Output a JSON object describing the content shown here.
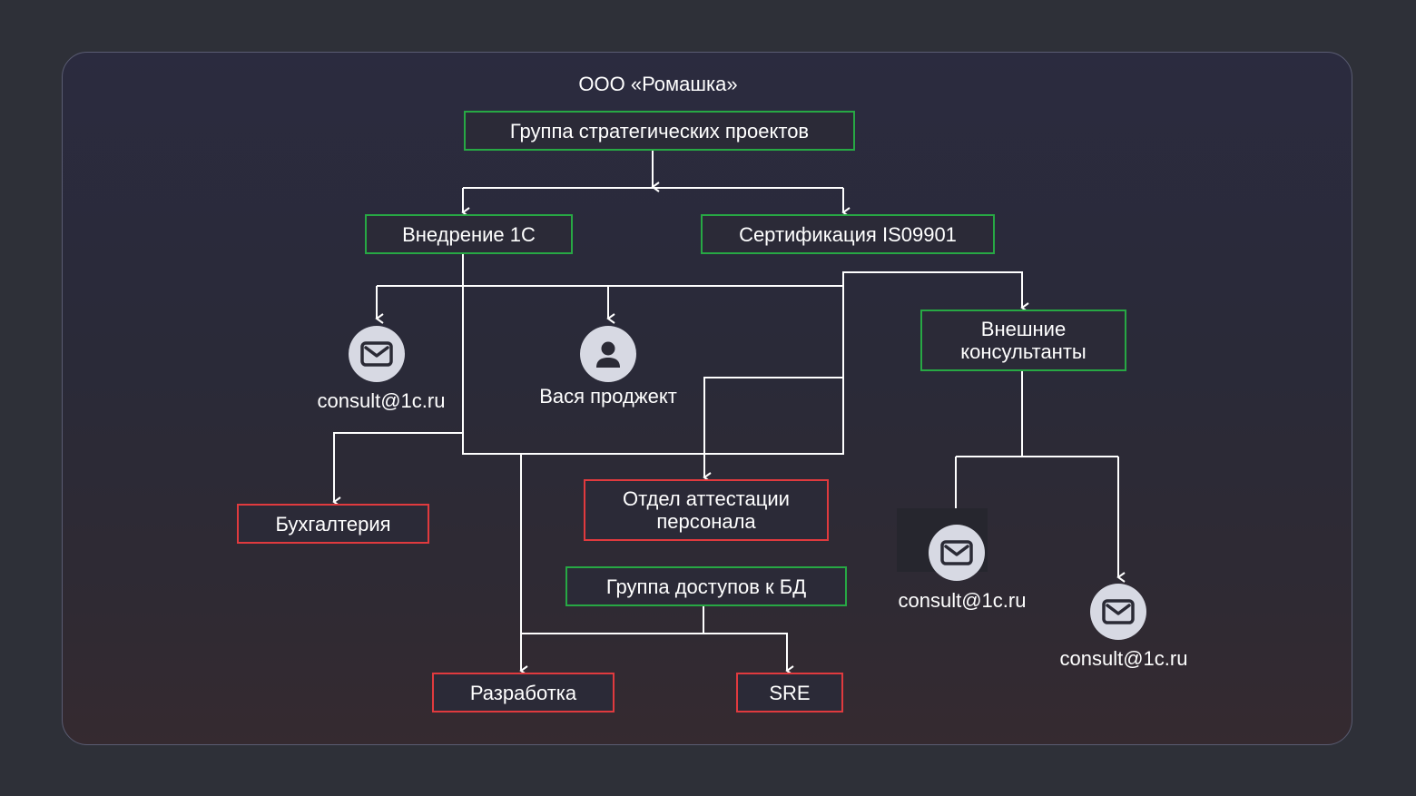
{
  "title": "ООО «Ромашка»",
  "nodes": {
    "strategic": "Группа стратегических проектов",
    "impl_1c": "Внедрение 1С",
    "cert": "Сертификация IS09901",
    "consultants": "Внешние консультанты",
    "accounting": "Бухгалтерия",
    "attestation": "Отдел аттестации персонала",
    "db_access": "Группа доступов к БД",
    "development": "Разработка",
    "sre": "SRE"
  },
  "people": {
    "email_1": "consult@1c.ru",
    "vasya": "Вася проджект",
    "email_2": "consult@1c.ru",
    "email_3": "consult@1c.ru"
  },
  "colors": {
    "group_border": "#27a844",
    "team_border": "#e03a3e",
    "connector": "#ffffff",
    "avatar_bg": "#d7d9e3",
    "icon": "#2a2a35"
  },
  "icons": {
    "email": "envelope-icon",
    "person": "user-icon"
  }
}
